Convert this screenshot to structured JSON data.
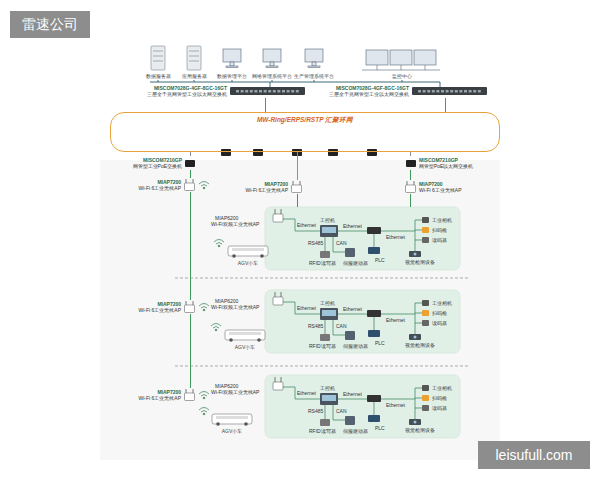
{
  "diagram": {
    "nodes": [
      {
        "text": [
          "MISCOM7028G-4GF-8GC-16GT",
          "三层全千兆网管型工业以太网交换机"
        ]
      },
      {
        "text": [
          "MISCOM7028G-4GF-8GC-16GT",
          "三层全千兆网管型工业以太网交换机"
        ]
      },
      {
        "text": [
          "MW-Ring/ERPS/RSTP 汇聚环网"
        ]
      },
      {
        "text": [
          "MISCOM7210GP",
          "网管型工业PoE交换机"
        ]
      },
      {
        "text": [
          "MISCOM7210GP",
          "网管型PoE以太网交换机"
        ]
      },
      {
        "text": [
          "MIAP7200",
          "Wi-Fi 6工业无线AP"
        ]
      },
      {
        "text": [
          "MIAP7200",
          "Wi-Fi 6工业无线AP"
        ]
      },
      {
        "text": [
          "MIAP7200",
          "Wi-Fi 6工业无线AP"
        ]
      },
      {
        "text": [
          "MIAP6200",
          "Wi-Fi双频工业无线AP",
          "Ethernet",
          "工控机",
          "Ethernet",
          "RS485",
          "CAN",
          "Ethernet",
          "工业相机",
          "扫码枪",
          "读码器",
          "RFID读写器",
          "伺服驱动器",
          "PLC",
          "视觉检测设备"
        ]
      },
      {
        "text": [
          "MIAP7200",
          "Wi-Fi 6工业无线AP"
        ]
      },
      {
        "text": [
          "MIAP6200",
          "Wi-Fi双频工业无线AP",
          "Ethernet",
          "工控机",
          "Ethernet",
          "RS485",
          "CAN",
          "Ethernet",
          "工业相机",
          "扫码枪",
          "读码器",
          "RFID读写器",
          "伺服驱动器",
          "PLC",
          "视觉检测设备"
        ]
      },
      {
        "text": [
          "MIAP7200",
          "Wi-Fi 6工业无线AP"
        ]
      },
      {
        "text": [
          "MIAP6200",
          "Wi-Fi双频工业无线AP",
          "Ethernet",
          "工控机",
          "Ethernet",
          "RS485",
          "CAN",
          "Ethernet",
          "工业相机",
          "扫码枪",
          "读码器",
          "RFID读写器",
          "伺服驱动器",
          "PLC",
          "视觉检测设备"
        ]
      }
    ],
    "edges": [
      {
        "from": 0,
        "to": 2,
        "arrow": "none"
      },
      {
        "from": 1,
        "to": 2,
        "arrow": "none"
      },
      {
        "from": 2,
        "to": 3,
        "arrow": "none"
      },
      {
        "from": 2,
        "to": 6,
        "arrow": "none"
      },
      {
        "from": 2,
        "to": 4,
        "arrow": "none"
      },
      {
        "from": 3,
        "to": 5,
        "arrow": "none"
      },
      {
        "from": 4,
        "to": 7,
        "arrow": "none"
      },
      {
        "from": 6,
        "to": 8,
        "arrow": "none"
      },
      {
        "from": 7,
        "to": 8,
        "arrow": "none"
      },
      {
        "from": 5,
        "to": 9,
        "arrow": "none"
      },
      {
        "from": 9,
        "to": 11,
        "arrow": "none"
      }
    ],
    "labels": [
      "雷速公司",
      "数据服务器",
      "应用服务器",
      "数据管理平台",
      "网络管理系统平台",
      "生产管理系统平台",
      "监控中心",
      "AGV小车",
      "AGV小车",
      "AGV小车",
      "leisufull.com"
    ]
  }
}
